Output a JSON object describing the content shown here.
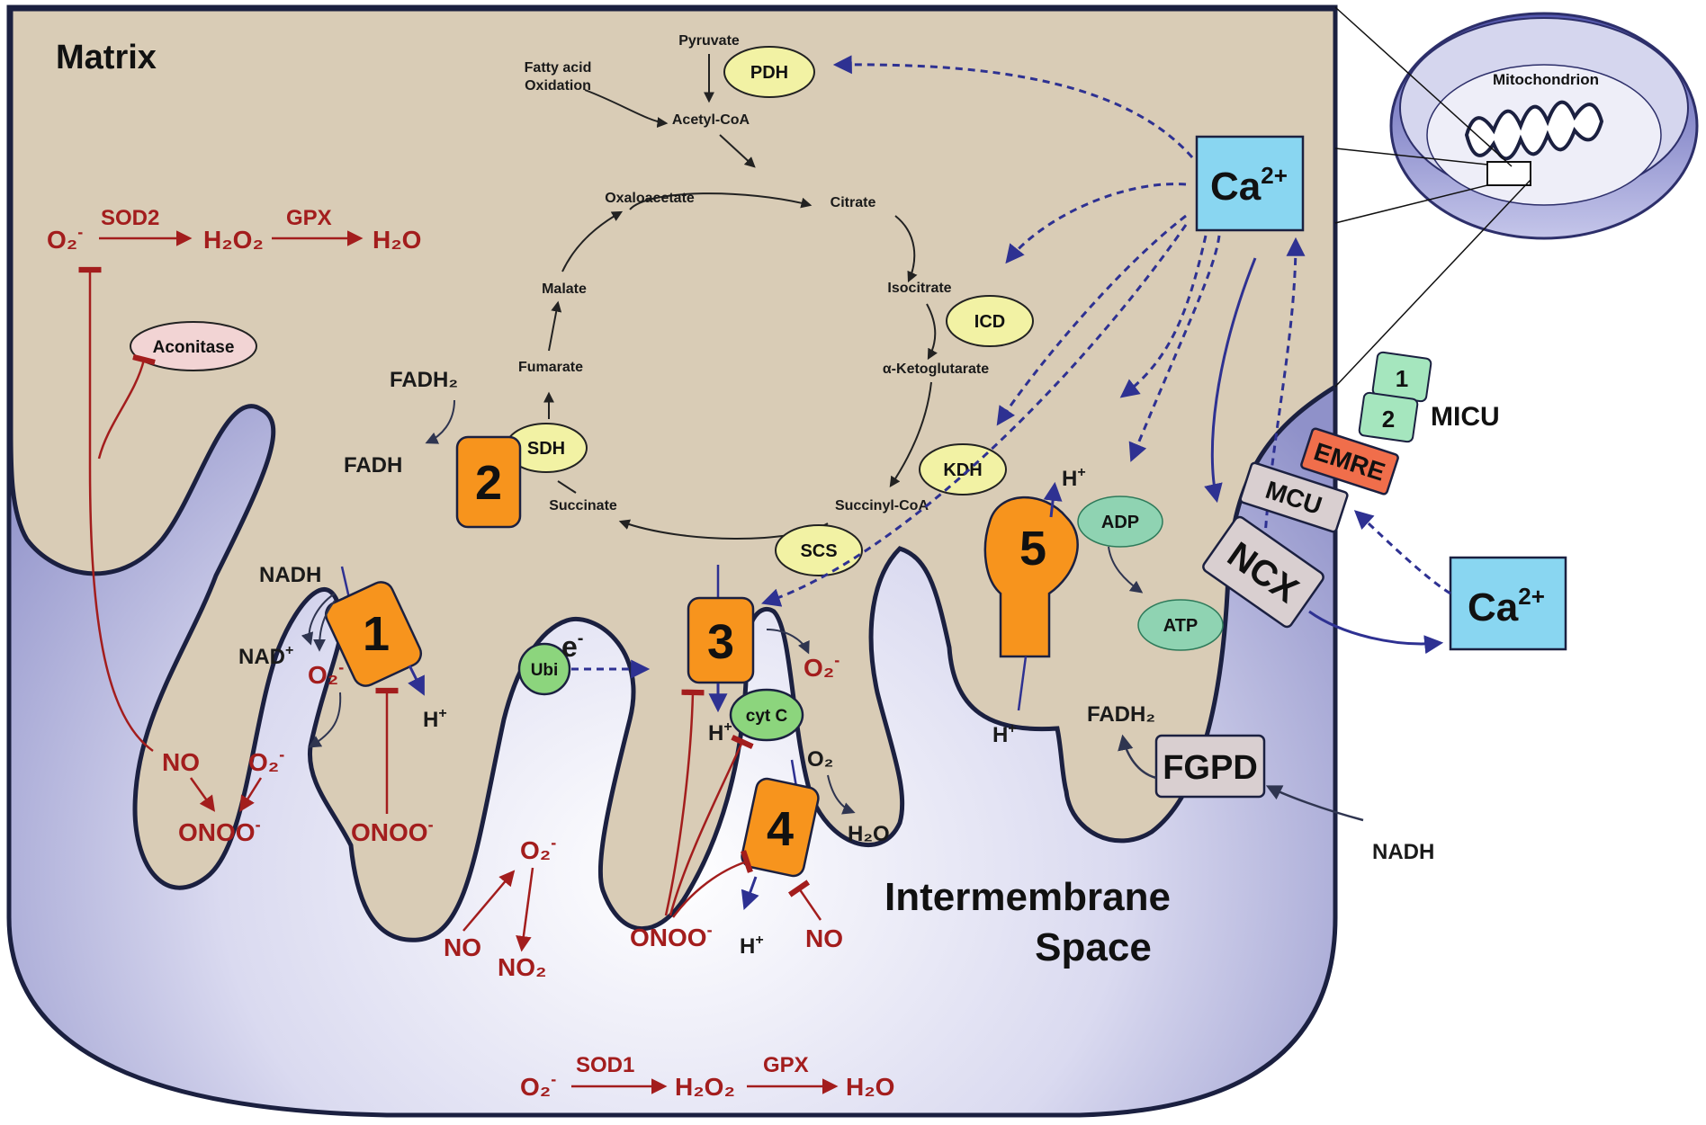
{
  "regions": {
    "matrix": "Matrix",
    "ims_line1": "Intermembrane",
    "ims_line2": "Space",
    "mitochondrion": "Mitochondrion"
  },
  "tca": {
    "pyruvate": "Pyruvate",
    "fatty_acid_1": "Fatty acid",
    "fatty_acid_2": "Oxidation",
    "acetyl_coa": "Acetyl-CoA",
    "oxaloacetate": "Oxaloacetate",
    "citrate": "Citrate",
    "isocitrate": "Isocitrate",
    "ketoglutarate": "α-Ketoglutarate",
    "succinyl_coa": "Succinyl-CoA",
    "succinate": "Succinate",
    "fumarate": "Fumarate",
    "malate": "Malate"
  },
  "enzymes": {
    "pdh": "PDH",
    "icd": "ICD",
    "kdh": "KDH",
    "scs": "SCS",
    "sdh": "SDH",
    "aconitase": "Aconitase",
    "ubi": "Ubi",
    "cytc": "cyt C",
    "adp": "ADP",
    "atp": "ATP"
  },
  "complexes": {
    "c1": "1",
    "c2": "2",
    "c3": "3",
    "c4": "4",
    "c5": "5"
  },
  "transport": {
    "micu_1": "1",
    "micu_2": "2",
    "micu": "MICU",
    "emre": "EMRE",
    "mcu": "MCU",
    "ncx": "NCX",
    "fgpd": "FGPD",
    "ca_base": "Ca",
    "ca_sup": "2+"
  },
  "labels": {
    "fadh2_top": "FADH₂",
    "fadh_top": "FADH",
    "nadh": "NADH",
    "nad_base": "NAD",
    "nad_sup": "+",
    "h": "H",
    "h_sup": "+",
    "e": "e",
    "e_sup": "-",
    "o2": "O₂",
    "h2o": "H₂O",
    "fadh2_right": "FADH₂",
    "nadh_right": "NADH",
    "o2_minus": "-"
  },
  "ros": {
    "o2": "O₂",
    "sup_minus": "-",
    "sod2": "SOD2",
    "sod1": "SOD1",
    "h2o2": "H₂O₂",
    "gpx": "GPX",
    "h2o": "H₂O",
    "no": "NO",
    "onoo": "ONOO",
    "no2": "NO₂"
  },
  "colors": {
    "matrix": "#d9ccb6",
    "ims": "#b1b2d9",
    "ca_box": "#89d6f1",
    "complex": "#f7941d",
    "enzyme_yellow": "#f2f2a4",
    "green": "#8cd57d",
    "teal": "#8fd3b2",
    "aconitase": "#f2d4d4",
    "emre": "#f06e4b",
    "micu": "#a5e6be",
    "grey_box": "#d9cfd0",
    "red": "#a31d1d",
    "blue": "#2e3192"
  }
}
